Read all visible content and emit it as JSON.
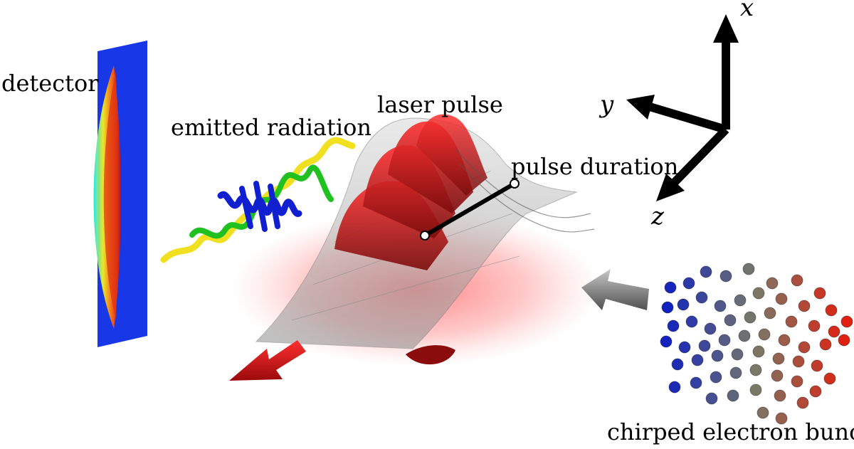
{
  "labels": {
    "detector": "detector",
    "emitted_radiation": "emitted radiation",
    "laser_pulse": "laser pulse",
    "pulse_duration": "pulse duration",
    "electron_bunch": "chirped electron bunch"
  },
  "axes": {
    "x": "x",
    "y": "y",
    "z": "z"
  },
  "colors": {
    "laser": "#e0201a",
    "envelope": "#9a9a9a",
    "detector_bg": "#1030e0",
    "wave_low": "#f0e020",
    "wave_mid": "#20c020",
    "wave_high": "#1020d0",
    "electron_blue": "#1020c0",
    "electron_red": "#e01010"
  }
}
